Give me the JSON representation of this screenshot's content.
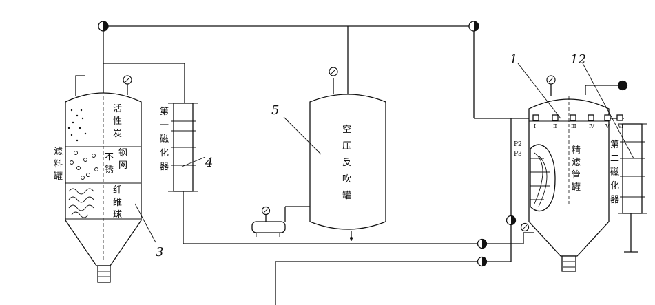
{
  "numbers": {
    "n1": "1",
    "n3": "3",
    "n4": "4",
    "n5": "5",
    "n12": "12"
  },
  "filter_tank": {
    "side_label": [
      "滤",
      "料",
      "罐"
    ],
    "layer1": [
      "活",
      "性",
      "炭"
    ],
    "layer2a": [
      "不",
      "锈"
    ],
    "layer2b": [
      "钢",
      "网"
    ],
    "layer3": [
      "纤",
      "维",
      "球"
    ]
  },
  "magnetizer_1": [
    "第",
    "一",
    "磁",
    "化",
    "器"
  ],
  "air_tank": [
    "空",
    "压",
    "反",
    "吹",
    "罐"
  ],
  "precision_tank": [
    "精",
    "滤",
    "管",
    "罐"
  ],
  "magnetizer_2": [
    "第",
    "二",
    "磁",
    "化",
    "器"
  ],
  "pipe_markers": [
    "P2",
    "P3"
  ],
  "filter_tube_labels": [
    "Ⅰ",
    "Ⅱ",
    "Ⅲ",
    "Ⅳ",
    "Ⅴ",
    "Ⅵ"
  ]
}
